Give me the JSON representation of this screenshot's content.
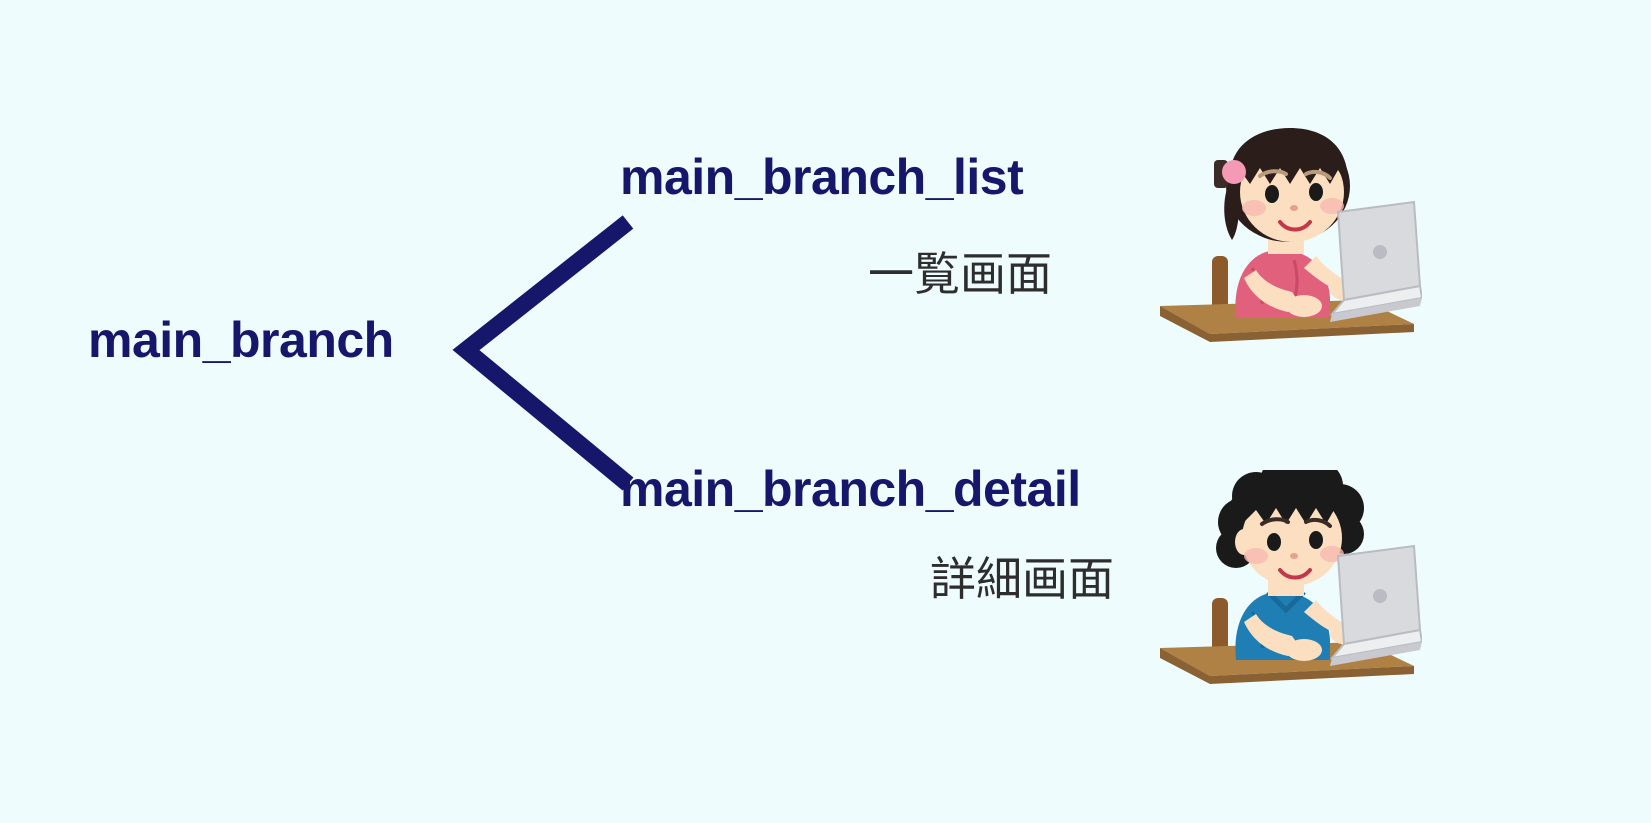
{
  "diagram": {
    "background_color": "#eefcfd",
    "accent_color": "#16166b",
    "sublabel_color": "#2d2d2d",
    "root": {
      "label": "main_branch"
    },
    "branches": [
      {
        "label": "main_branch_list",
        "sublabel": "一覧画面",
        "illustration": "girl-at-laptop-illustration",
        "illustration_colors": {
          "hair": "#2b1d1a",
          "hair_clip": "#f49ab5",
          "shirt": "#e1607b",
          "skin": "#fbdfc0",
          "desk": "#9a6b36",
          "laptop": "#d9dade"
        }
      },
      {
        "label": "main_branch_detail",
        "sublabel": "詳細画面",
        "illustration": "boy-at-laptop-illustration",
        "illustration_colors": {
          "hair": "#1a1a1a",
          "shirt": "#1f7fb5",
          "skin": "#fbdfc0",
          "desk": "#9a6b36",
          "laptop": "#d9dade"
        }
      }
    ],
    "connector": {
      "shape": "less-than-fork",
      "apex": [
        466,
        350
      ],
      "upper_end": [
        628,
        222
      ],
      "lower_end": [
        628,
        484
      ],
      "stroke_width": 17
    }
  }
}
